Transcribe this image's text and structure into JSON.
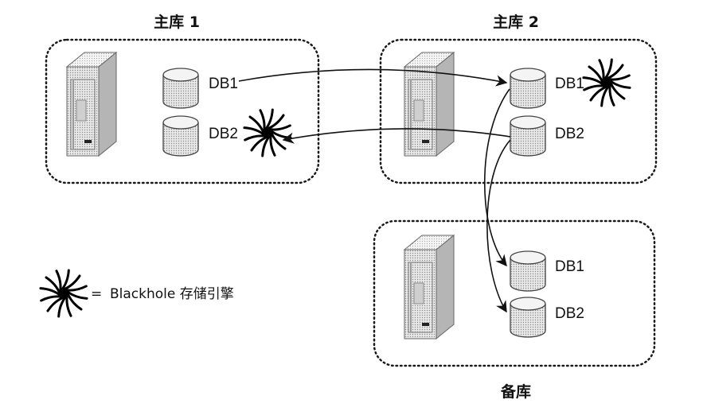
{
  "groups": {
    "master1": {
      "title": "主库 1",
      "databases": [
        "DB1",
        "DB2"
      ]
    },
    "master2": {
      "title": "主库 2",
      "databases": [
        "DB1",
        "DB2"
      ]
    },
    "replica": {
      "title": "备库",
      "databases": [
        "DB1",
        "DB2"
      ]
    }
  },
  "legend": {
    "equals": "=",
    "text": "Blackhole 存储引擎"
  },
  "icons": {
    "server": "server-tower-icon",
    "database": "database-cylinder-icon",
    "blackhole": "blackhole-spiral-icon"
  }
}
